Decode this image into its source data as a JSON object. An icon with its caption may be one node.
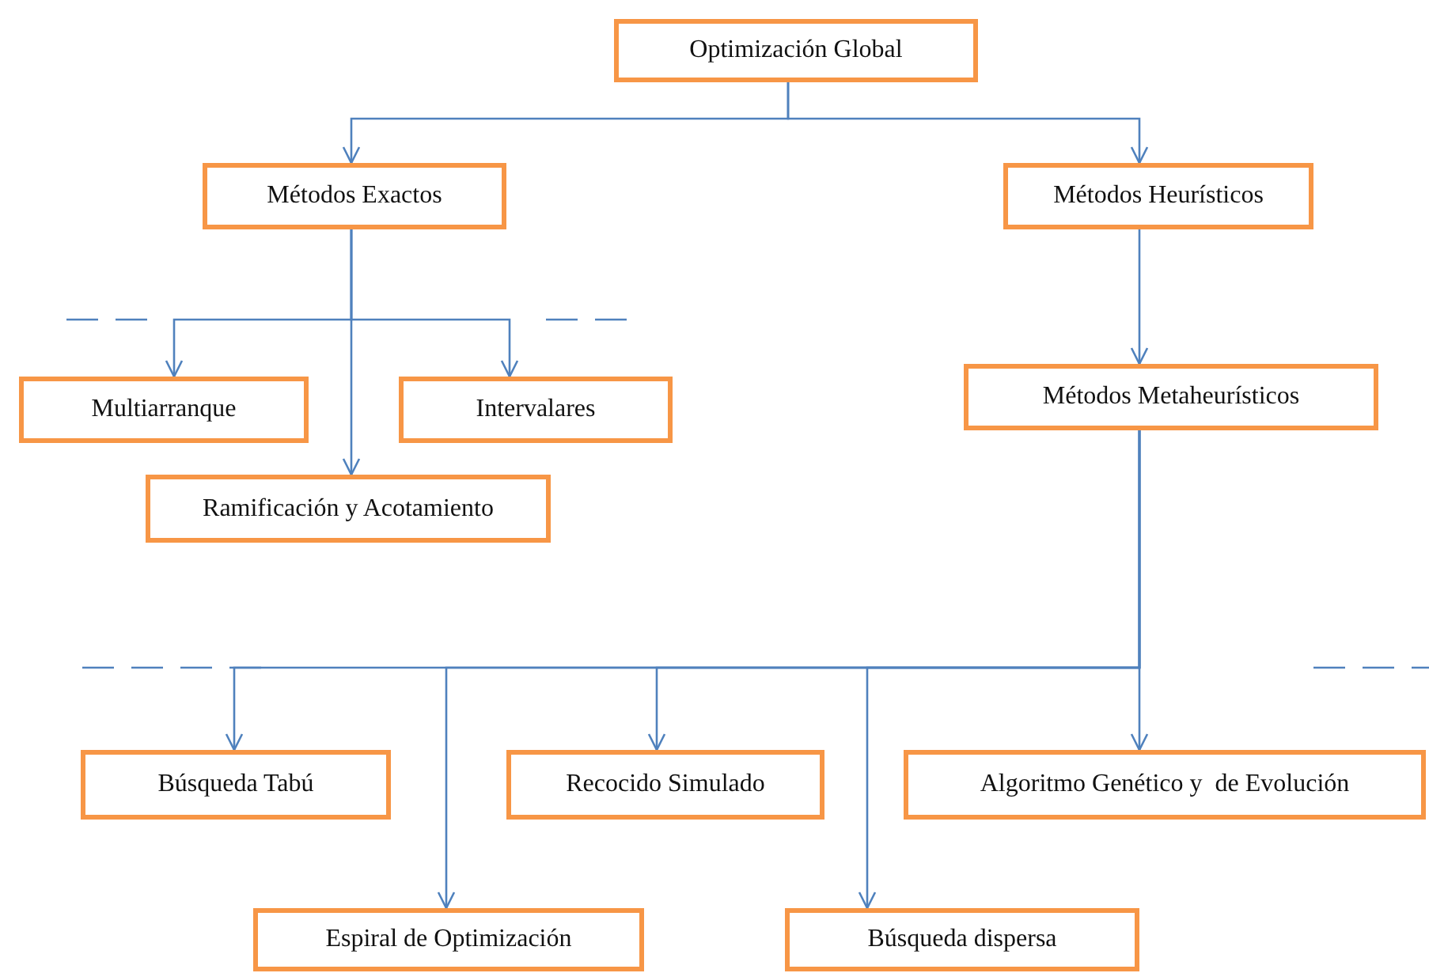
{
  "diagram": {
    "nodes": [
      {
        "text": [
          "Optimización Global"
        ]
      },
      {
        "text": [
          "Métodos Exactos"
        ]
      },
      {
        "text": [
          "Métodos Heurísticos"
        ]
      },
      {
        "text": [
          "Multiarranque"
        ]
      },
      {
        "text": [
          "Intervalares"
        ]
      },
      {
        "text": [
          "Ramificación y Acotamiento"
        ]
      },
      {
        "text": [
          "Métodos Metaheurísticos"
        ]
      },
      {
        "text": [
          "Búsqueda Tabú"
        ]
      },
      {
        "text": [
          "Recocido Simulado"
        ]
      },
      {
        "text": [
          "Algoritmo Genético y  de Evolución"
        ]
      },
      {
        "text": [
          "Espiral de Optimización"
        ]
      },
      {
        "text": [
          "Búsqueda dispersa"
        ]
      }
    ],
    "edges": [
      {
        "from": 0,
        "to": 1,
        "arrow": "to"
      },
      {
        "from": 0,
        "to": 2,
        "arrow": "to"
      },
      {
        "from": 1,
        "to": 3,
        "arrow": "to"
      },
      {
        "from": 1,
        "to": 5,
        "arrow": "to"
      },
      {
        "from": 1,
        "to": 4,
        "arrow": "to"
      },
      {
        "from": 2,
        "to": 6,
        "arrow": "to"
      },
      {
        "from": 6,
        "to": 7,
        "arrow": "to"
      },
      {
        "from": 6,
        "to": 10,
        "arrow": "to"
      },
      {
        "from": 6,
        "to": 8,
        "arrow": "to"
      },
      {
        "from": 6,
        "to": 11,
        "arrow": "to"
      },
      {
        "from": 6,
        "to": 9,
        "arrow": "to"
      }
    ]
  }
}
